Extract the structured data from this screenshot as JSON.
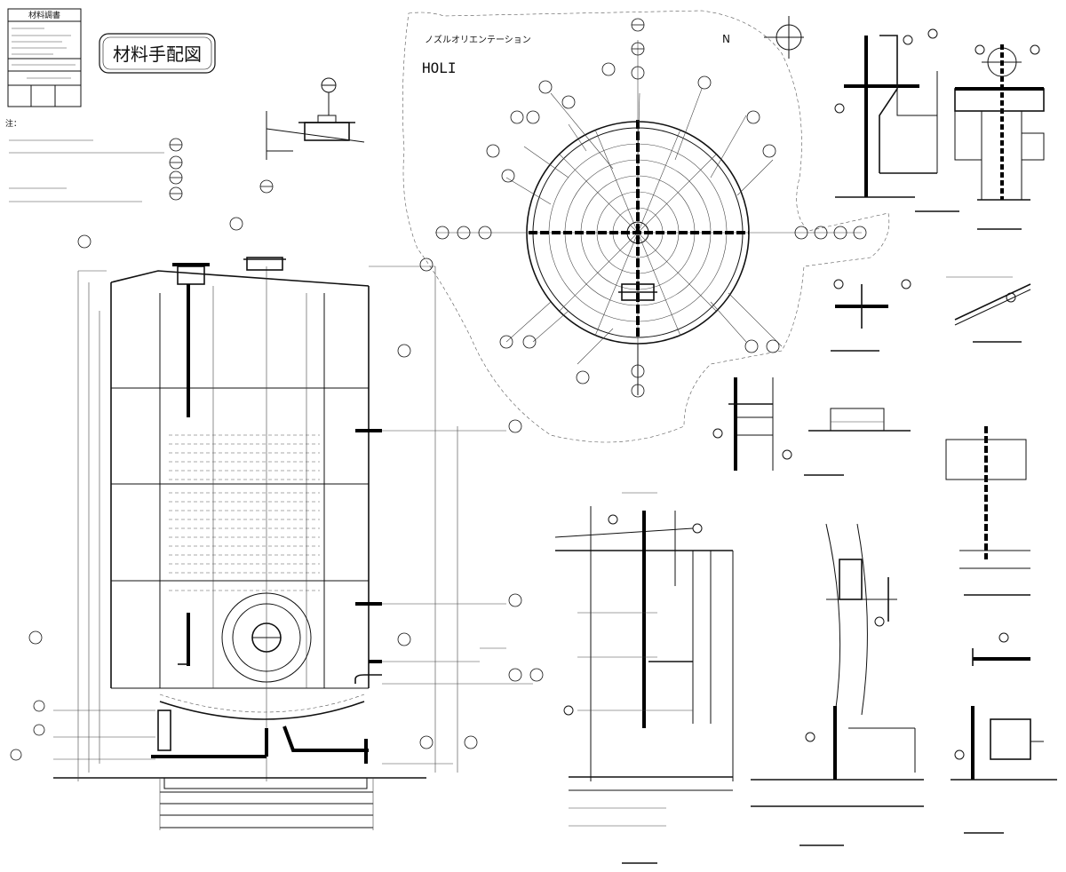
{
  "title_stamp": "材料手配図",
  "plan_view": {
    "title": "ノズルオリエンテーション",
    "label": "HOLI",
    "north": "N"
  },
  "notes_header": "注：",
  "title_block": {
    "heading": "材料調書"
  }
}
